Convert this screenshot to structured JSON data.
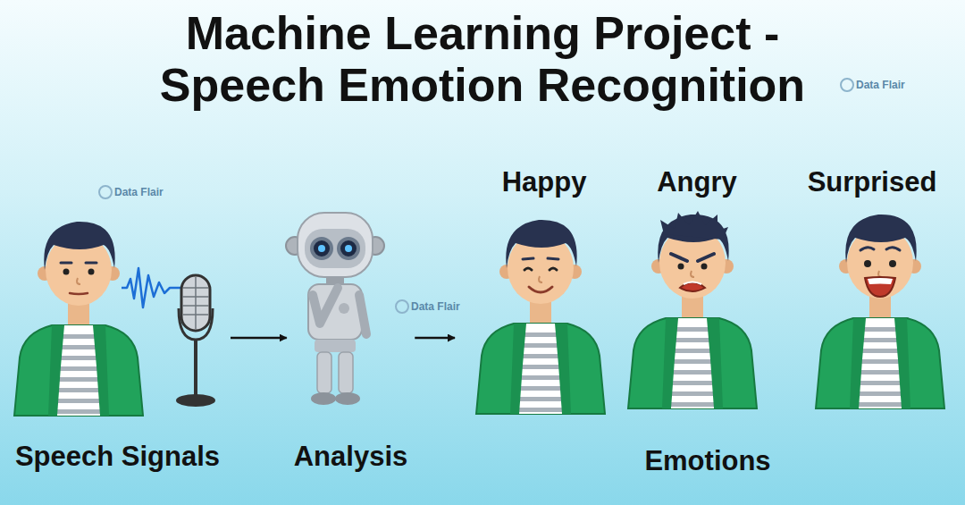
{
  "diagram": {
    "title": "Machine Learning Project - Speech Emotion Recognition",
    "nodes": [
      {
        "text": [
          "Speech Signals"
        ]
      },
      {
        "text": [
          "Analysis"
        ]
      },
      {
        "text": [
          "Emotions"
        ]
      },
      {
        "text": [
          "Happy"
        ],
        "in": 2
      },
      {
        "text": [
          "Angry"
        ],
        "in": 2
      },
      {
        "text": [
          "Surprised"
        ],
        "in": 2
      }
    ],
    "edges": [
      {
        "from": 0,
        "to": 1,
        "arrow": "to"
      },
      {
        "from": 1,
        "to": 2,
        "arrow": "to"
      }
    ],
    "labels": [
      "Data Flair",
      "Data Flair",
      "Data Flair"
    ]
  }
}
